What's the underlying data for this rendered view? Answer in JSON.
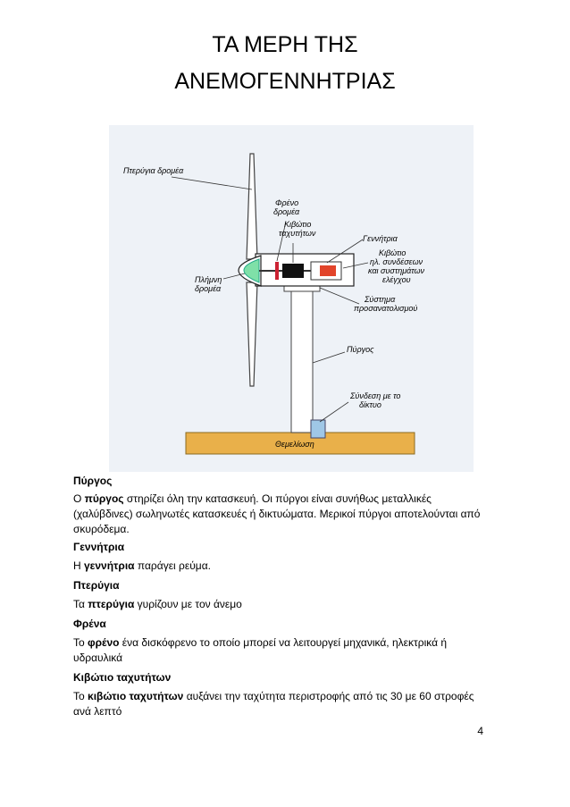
{
  "title": {
    "line1": "ΤΑ ΜΕΡΗ ΤΗΣ",
    "line2": "ΑΝΕΜΟΓΕΝΝΗΤΡΙΑΣ"
  },
  "figure": {
    "labels": {
      "blade": "Πτερύγια δρομέα",
      "brake_1": "Φρένο",
      "brake_2": "δρομέα",
      "gearbox_1": "Κιβώτιο",
      "gearbox_2": "ταχυτήτων",
      "generator": "Γεννήτρια",
      "control_1": "Κιβώτιο",
      "control_2": "ηλ. συνδέσεων",
      "control_3": "και συστημάτων",
      "control_4": "ελέγχου",
      "hub_1": "Πλήμνη",
      "hub_2": "δρομέα",
      "yaw_1": "Σύστημα",
      "yaw_2": "προσανατολισμού",
      "tower": "Πύργος",
      "grid_1": "Σύνδεση με το",
      "grid_2": "δίκτυο",
      "foundation": "Θεμελίωση"
    }
  },
  "sections": [
    {
      "heading": "Πύργος",
      "pre": "Ο ",
      "bold": "πύργος",
      "post": " στηρίζει όλη την κατασκευή. Οι πύργοι είναι συνήθως μεταλλικές (χαλύβδινες) σωληνωτές κατασκευές ή δικτυώματα. Μερικοί πύργοι αποτελούνται από σκυρόδεμα."
    },
    {
      "heading": "Γεννήτρια",
      "pre": "Η ",
      "bold": "γεννήτρια",
      "post": " παράγει ρεύμα."
    },
    {
      "heading": "Πτερύγια",
      "pre": "Τα ",
      "bold": "πτερύγια",
      "post": " γυρίζουν με τον άνεμο"
    },
    {
      "heading": "Φρένα",
      "pre": "Το ",
      "bold": "φρένο",
      "post": " ένα δισκόφρενο το οποίο μπορεί να λειτουργεί μηχανικά, ηλεκτρικά ή υδραυλικά"
    },
    {
      "heading": "Κιβώτιο ταχυτήτων",
      "pre": "Το ",
      "bold": "κιβώτιο ταχυτήτων",
      "post": " αυξάνει την ταχύτητα περιστροφής από τις 30 με 60 στροφές ανά λεπτό"
    }
  ],
  "page_number": "4",
  "colors": {
    "hub": "#7fe0a8",
    "gearbox": "#111111",
    "generator": "#e2442a",
    "foundation": "#e9b04a",
    "grid": "#9fc7e6",
    "figure_bg": "#eef2f7"
  }
}
